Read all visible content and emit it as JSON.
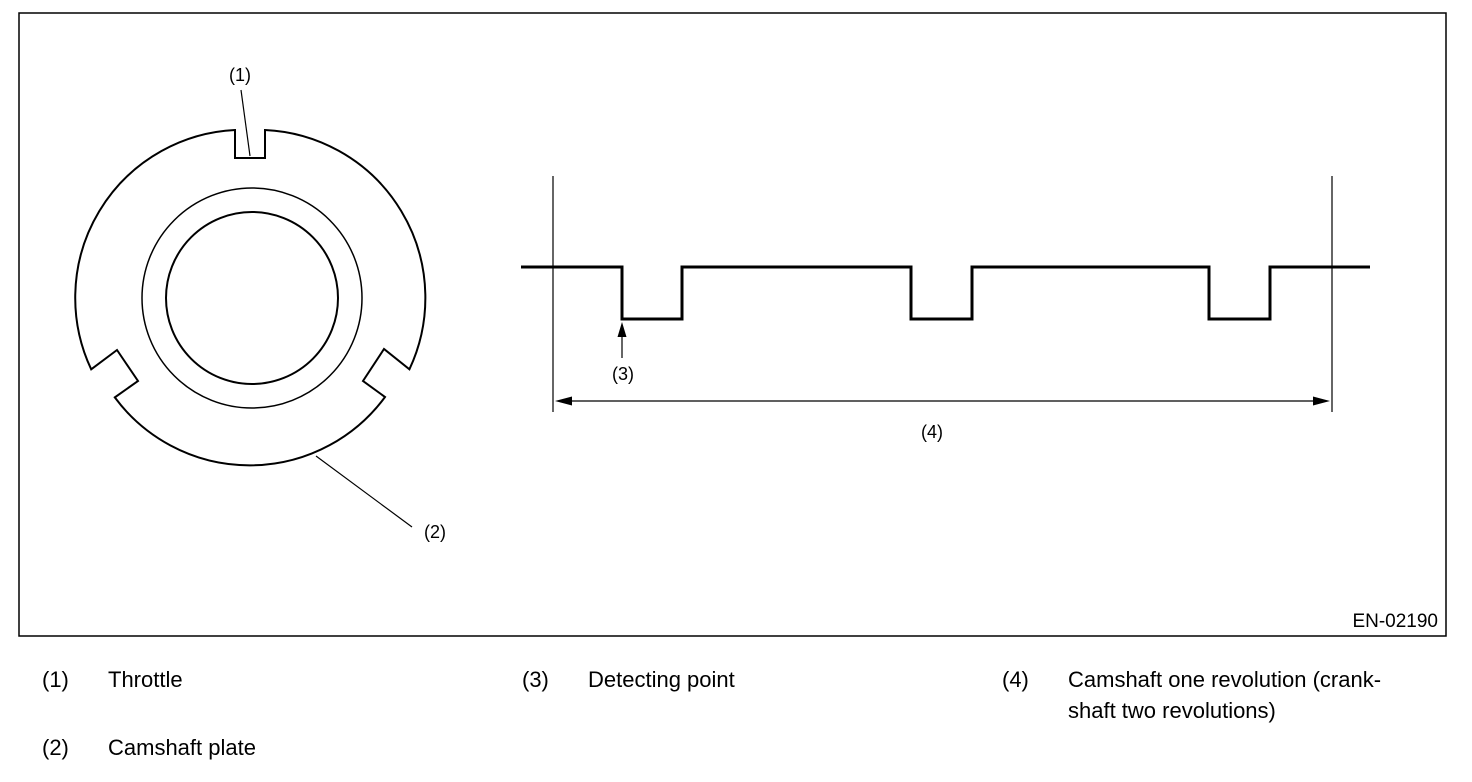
{
  "figure_code": "EN-02190",
  "callouts": {
    "c1": "(1)",
    "c2": "(2)",
    "c3": "(3)",
    "c4": "(4)"
  },
  "legend": [
    {
      "num": "(1)",
      "text": "Throttle"
    },
    {
      "num": "(2)",
      "text": "Camshaft plate"
    },
    {
      "num": "(3)",
      "text": "Detecting point"
    },
    {
      "num": "(4)",
      "text_line1": "Camshaft one revolution (crank-",
      "text_line2": "shaft two revolutions)"
    }
  ]
}
